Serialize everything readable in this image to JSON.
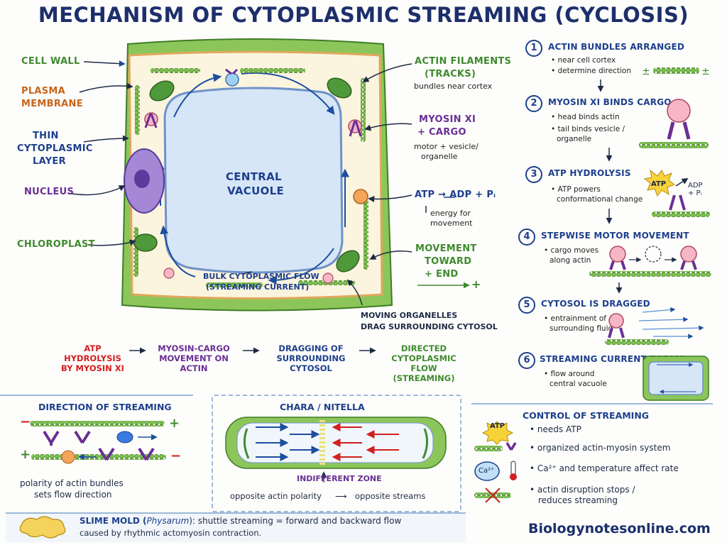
{
  "title": "MECHANISM OF CYTOPLASMIC STREAMING (CYCLOSIS)",
  "left_labels": {
    "cell_wall": "CELL WALL",
    "plasma_membrane_1": "PLASMA",
    "plasma_membrane_2": "MEMBRANE",
    "thin_layer_1": "THIN",
    "thin_layer_2": "CYTOPLASMIC",
    "thin_layer_3": "LAYER",
    "nucleus": "NUCLEUS",
    "chloroplast": "CHLOROPLAST"
  },
  "cell": {
    "vacuole_1": "CENTRAL",
    "vacuole_2": "VACUOLE",
    "bulk_flow_1": "BULK CYTOPLASMIC FLOW",
    "bulk_flow_2": "(STREAMING CURRENT)"
  },
  "right_labels": {
    "actin_1": "ACTIN FILAMENTS",
    "actin_2": "(TRACKS)",
    "actin_sub": "bundles near cortex",
    "myosin_1": "MYOSIN XI",
    "myosin_2": "+ CARGO",
    "myosin_sub_1": "motor + vesicle/",
    "myosin_sub_2": "organelle",
    "atp_eq": "ATP → ADP + Pᵢ",
    "energy_1": "energy for",
    "energy_2": "movement",
    "move_1": "MOVEMENT",
    "move_2": "TOWARD",
    "move_3": "+ END",
    "plus": "+",
    "moving_1": "MOVING ORGANELLES",
    "moving_2": "DRAG SURROUNDING CYTOSOL"
  },
  "flow_chain": {
    "s1a_red": "ATP",
    "s1a_rest": " HYDROLYSIS",
    "s1b": "BY MYOSIN XI",
    "s2a": "MYOSIN-CARGO",
    "s2b": "MOVEMENT ON ACTIN",
    "s3a": "DRAGGING OF",
    "s3b": "SURROUNDING CYTOSOL",
    "s4a": "DIRECTED",
    "s4b": "CYTOPLASMIC FLOW",
    "s4c": "(STREAMING)"
  },
  "steps": [
    {
      "num": "1",
      "title": "ACTIN BUNDLES ARRANGED",
      "bullets": [
        "near cell cortex",
        "determine direction"
      ]
    },
    {
      "num": "2",
      "title": "MYOSIN XI BINDS CARGO",
      "bullets": [
        "head binds actin",
        "tail binds vesicle /",
        "organelle"
      ]
    },
    {
      "num": "3",
      "title": "ATP HYDROLYSIS",
      "bullets": [
        "ATP powers",
        "conformational change"
      ],
      "atp": "ATP",
      "adp": "ADP + Pᵢ"
    },
    {
      "num": "4",
      "title": "STEPWISE MOTOR MOVEMENT",
      "bullets": [
        "cargo moves",
        "along actin"
      ]
    },
    {
      "num": "5",
      "title": "CYTOSOL IS DRAGGED",
      "bullets": [
        "entrainment of",
        "surrounding fluid"
      ]
    },
    {
      "num": "6",
      "title": "STREAMING CURRENT FORMS",
      "bullets": [
        "flow around",
        "central vacuole"
      ]
    }
  ],
  "direction_panel": {
    "title": "DIRECTION OF STREAMING",
    "minus": "−",
    "plus": "+",
    "caption_1": "polarity of actin bundles",
    "caption_2": "sets flow direction"
  },
  "chara_panel": {
    "title": "CHARA / NITELLA",
    "zone": "INDIFFERENT ZONE",
    "caption_a": "opposite actin polarity",
    "caption_b": "opposite streams"
  },
  "control_panel": {
    "title": "CONTROL OF STREAMING",
    "atp_badge": "ATP",
    "ca_badge": "Ca²⁺",
    "items": [
      "needs ATP",
      "organized actin-myosin system",
      "Ca²⁺ and temperature affect rate",
      "actin disruption stops /",
      "reduces streaming"
    ]
  },
  "slime": {
    "head": "SLIME MOLD (",
    "italic": "Physarum",
    "tail": "): shuttle streaming = forward and backward flow",
    "line2": "caused by rhythmic actomyosin contraction."
  },
  "footer": "Biologynotesonline.com",
  "colors": {
    "navy": "#1d2f6b",
    "green": "#3f8a2e",
    "orange": "#c8651b",
    "purple": "#6a2f94",
    "red": "#d21f1f",
    "blue": "#1d3f8c"
  }
}
